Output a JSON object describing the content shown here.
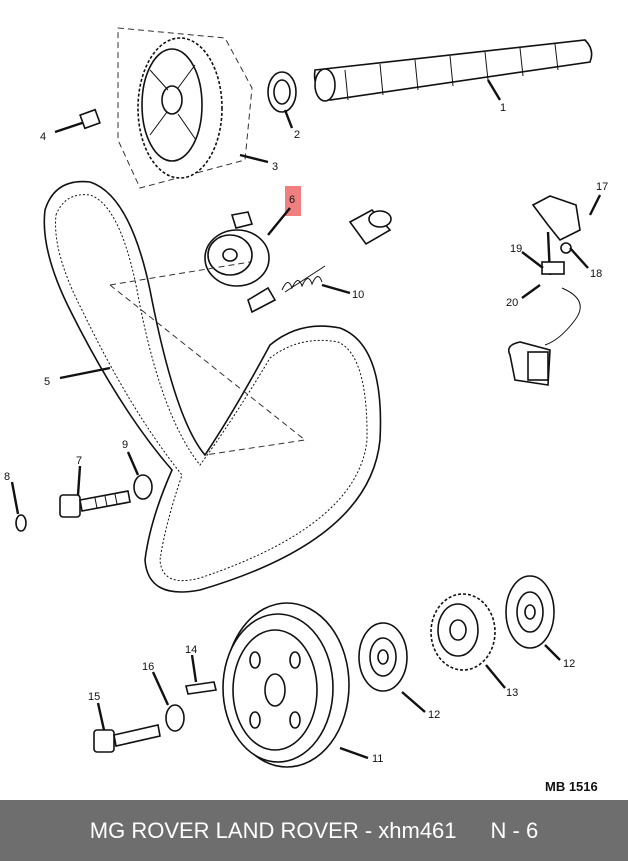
{
  "diagram": {
    "reference": "MB 1516",
    "highlight_color": "#f08080",
    "callouts": [
      {
        "id": "c1",
        "text": "1"
      },
      {
        "id": "c2",
        "text": "2"
      },
      {
        "id": "c3",
        "text": "3"
      },
      {
        "id": "c4",
        "text": "4"
      },
      {
        "id": "c5",
        "text": "5"
      },
      {
        "id": "c6",
        "text": "6"
      },
      {
        "id": "c7",
        "text": "7"
      },
      {
        "id": "c8",
        "text": "8"
      },
      {
        "id": "c9",
        "text": "9"
      },
      {
        "id": "c10",
        "text": "10"
      },
      {
        "id": "c11",
        "text": "11"
      },
      {
        "id": "c12a",
        "text": "12"
      },
      {
        "id": "c12b",
        "text": "12"
      },
      {
        "id": "c13",
        "text": "13"
      },
      {
        "id": "c14",
        "text": "14"
      },
      {
        "id": "c15",
        "text": "15"
      },
      {
        "id": "c16",
        "text": "16"
      },
      {
        "id": "c17",
        "text": "17"
      },
      {
        "id": "c18",
        "text": "18"
      },
      {
        "id": "c19",
        "text": "19"
      },
      {
        "id": "c20",
        "text": "20"
      }
    ]
  },
  "footer": {
    "title": "MG ROVER LAND ROVER - xhm461",
    "code": "N - 6",
    "background": "#6e6e6e"
  }
}
